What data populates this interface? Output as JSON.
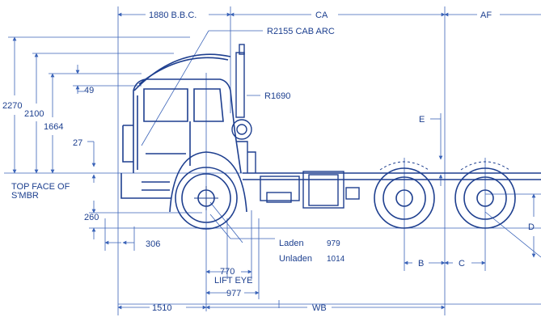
{
  "colors": {
    "ink": "#1e3f8f",
    "dimension": "#3a63b8",
    "background": "#ffffff"
  },
  "dimensions": {
    "bbc": "1880 B.B.C.",
    "ca": "CA",
    "af": "AF",
    "cab_arc": "R2155 CAB ARC",
    "r1690": "R1690",
    "h2270": "2270",
    "h2100": "2100",
    "h1664": "1664",
    "d49": "49",
    "d27": "27",
    "e": "E",
    "top_face_line1": "TOP FACE OF",
    "top_face_line2": "S'MBR",
    "d260": "260",
    "d306": "306",
    "laden_label": "Laden",
    "laden_value": "979",
    "unladen_label": "Unladen",
    "unladen_value": "1014",
    "d770": "770",
    "lift_eye": "LIFT EYE",
    "d977": "977",
    "d1510": "1510",
    "wb": "WB",
    "b": "B",
    "c": "C",
    "d": "D"
  }
}
